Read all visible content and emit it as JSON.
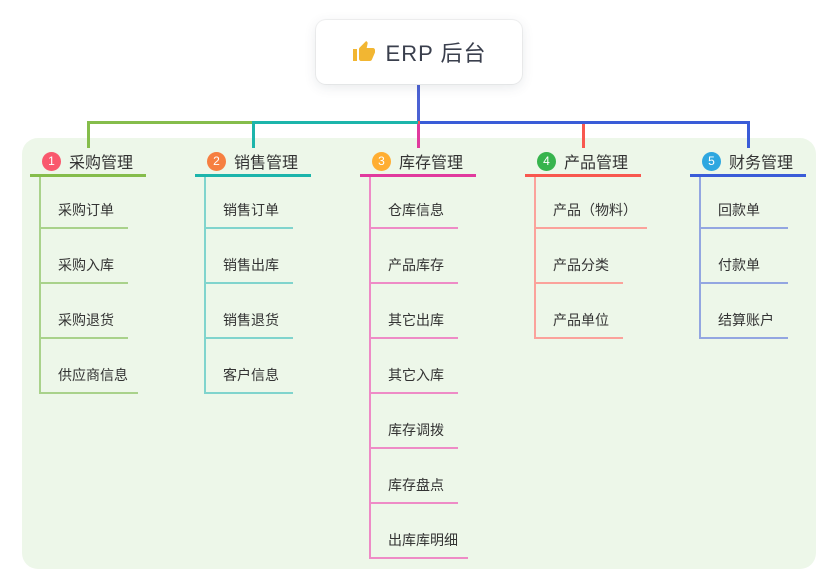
{
  "root": {
    "title": "ERP 后台",
    "icon": "thumbs-up-icon",
    "icon_color": "#f2b632",
    "trunk_color": "#4c62d4"
  },
  "canvas_color": "#edf7e9",
  "branches": [
    {
      "badge": "1",
      "label": "采购管理",
      "badge_color": "#f9586d",
      "color": "#85bd4b",
      "light_color": "#a9d28b",
      "items": [
        "采购订单",
        "采购入库",
        "采购退货",
        "供应商信息"
      ]
    },
    {
      "badge": "2",
      "label": "销售管理",
      "badge_color": "#f67f41",
      "color": "#1cb5ab",
      "light_color": "#80d4cd",
      "items": [
        "销售订单",
        "销售出库",
        "销售退货",
        "客户信息"
      ]
    },
    {
      "badge": "3",
      "label": "库存管理",
      "badge_color": "#ffae32",
      "color": "#e13a9e",
      "light_color": "#ee8bc6",
      "items": [
        "仓库信息",
        "产品库存",
        "其它出库",
        "其它入库",
        "库存调拨",
        "库存盘点",
        "出库库明细"
      ]
    },
    {
      "badge": "4",
      "label": "产品管理",
      "badge_color": "#37b44d",
      "color": "#f8584f",
      "light_color": "#fba29b",
      "items": [
        "产品（物料）",
        "产品分类",
        "产品单位"
      ]
    },
    {
      "badge": "5",
      "label": "财务管理",
      "badge_color": "#2ea7e0",
      "color": "#3a5cd8",
      "light_color": "#93a6e1",
      "items": [
        "回款单",
        "付款单",
        "结算账户"
      ]
    }
  ]
}
